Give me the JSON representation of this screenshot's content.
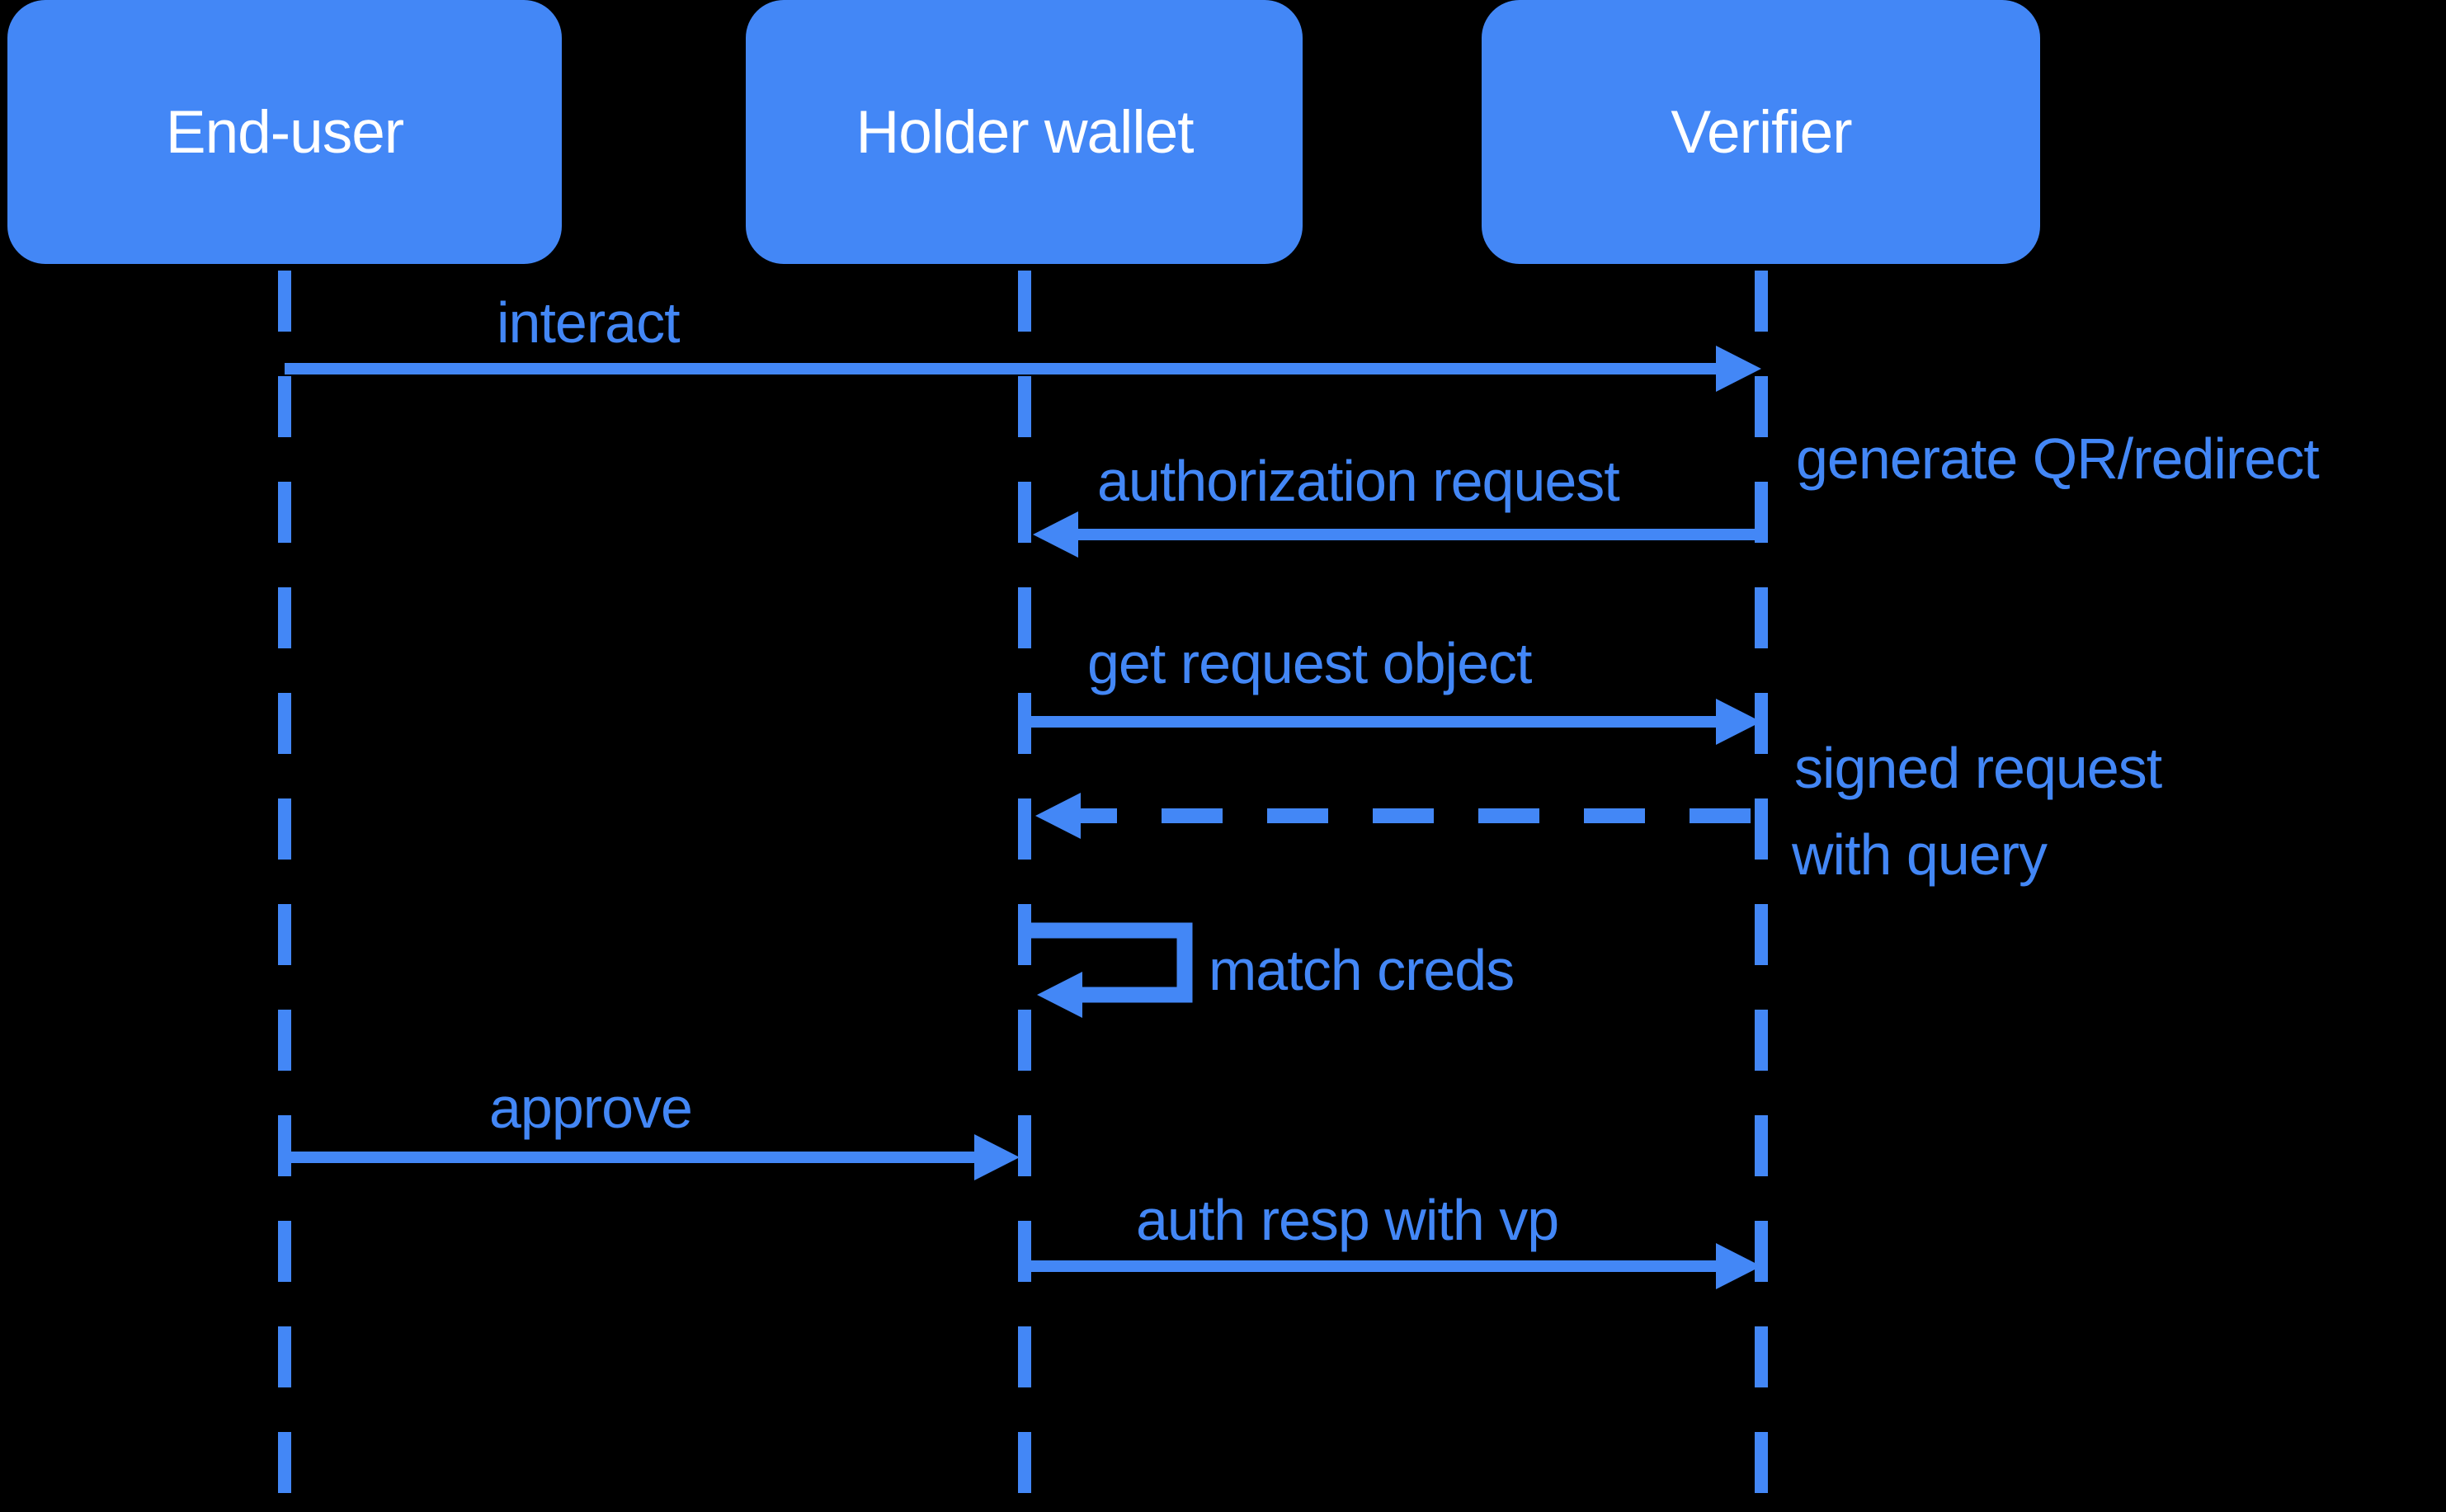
{
  "colors": {
    "background": "#000000",
    "accent": "#4387f6",
    "actor_text": "#ffffff"
  },
  "actors": [
    {
      "label": "End-user"
    },
    {
      "label": "Holder wallet"
    },
    {
      "label": "Verifier"
    }
  ],
  "messages": [
    {
      "label": "interact",
      "from": "End-user",
      "to": "Verifier",
      "line": "solid"
    },
    {
      "label": "authorization request",
      "from": "Verifier",
      "to": "Holder wallet",
      "line": "solid"
    },
    {
      "label": "get request object",
      "from": "Holder wallet",
      "to": "Verifier",
      "line": "solid"
    },
    {
      "label": "signed request with query",
      "label_line1": "signed request",
      "label_line2": "with query",
      "from": "Verifier",
      "to": "Holder wallet",
      "line": "dashed"
    },
    {
      "label": "match creds",
      "from": "Holder wallet",
      "to": "Holder wallet",
      "line": "self-loop"
    },
    {
      "label": "approve",
      "from": "End-user",
      "to": "Holder wallet",
      "line": "solid"
    },
    {
      "label": "auth resp with vp",
      "from": "Holder wallet",
      "to": "Verifier",
      "line": "solid"
    }
  ],
  "annotations": [
    {
      "label": "generate QR/redirect",
      "attached_to": "Verifier"
    }
  ]
}
